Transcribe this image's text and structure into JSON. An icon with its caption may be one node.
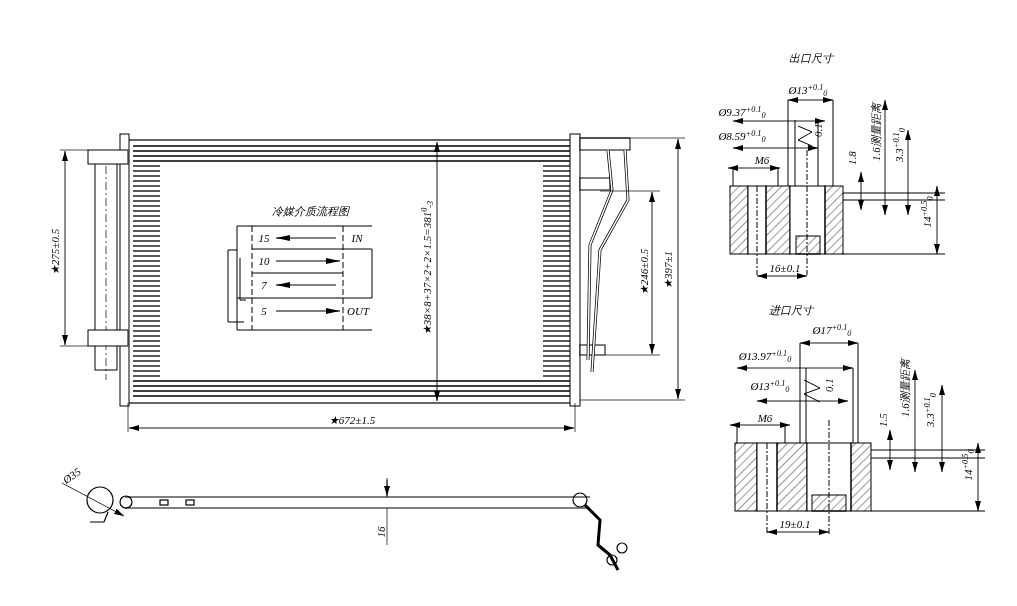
{
  "diagram": {
    "labels": [
      "出口尺寸",
      "Ø13$^{+0.1}$$_{0}$",
      "Ø9.37$^{+0.1}$$_{0}$",
      "Ø8.59$^{+0.1}$$_{0}$",
      "0.1",
      "M6",
      "1.8",
      "1.6测量距离",
      "3.3$^{+0.1}$$_{0}$",
      "14$^{+0.5}$$_{0}$",
      "16±0.1",
      "冷媒介质流程图",
      "15",
      "IN",
      "10",
      "7",
      "5",
      "OUT",
      "★275±0.5",
      "★38×8+37×2+2×1.5=381$^{0}$$_{-3}$",
      "★246±0.5",
      "★397±1",
      "进口尺寸",
      "Ø17$^{+0.1}$$_{0}$",
      "Ø13.97$^{+0.1}$$_{0}$",
      "Ø13$^{+0.1}$$_{0}$",
      "0.1",
      "M6",
      "1.5",
      "1.6测量距离",
      "3.3$^{+0.1}$$_{0}$",
      "14$^{+0.5}$$_{0}$",
      "★672±1.5",
      "19±0.1",
      "Ø35",
      "16"
    ]
  }
}
